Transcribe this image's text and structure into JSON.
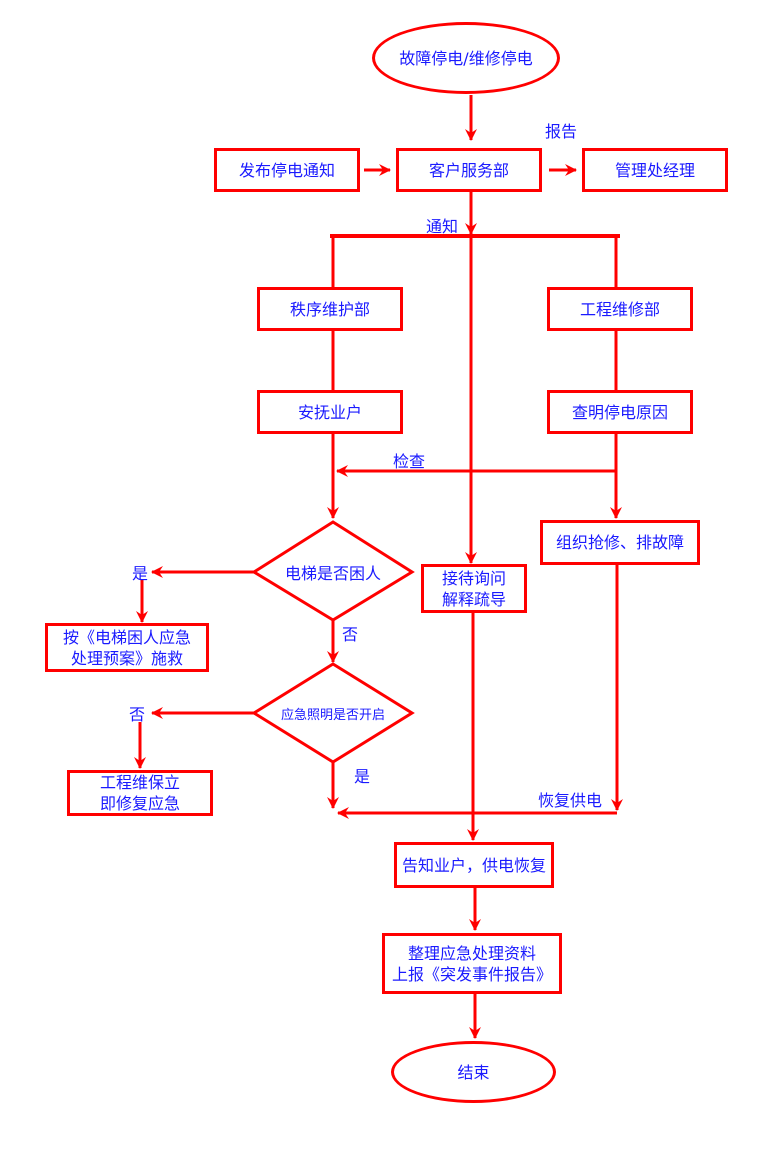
{
  "colors": {
    "line": "#ff0000",
    "text": "#1a1aff",
    "background": "#ffffff"
  },
  "nodes": {
    "start": "故障停电/维修停电",
    "notice": "发布停电通知",
    "customer_service": "客户服务部",
    "manager": "管理处经理",
    "order_dept": "秩序维护部",
    "engineering_dept": "工程维修部",
    "comfort": "安抚业户",
    "find_cause": "查明停电原因",
    "repair": "组织抢修、排故障",
    "elevator_q": "电梯是否困人",
    "reception_l1": "接待询问",
    "reception_l2": "解释疏导",
    "plan_l1": "按《电梯困人应急",
    "plan_l2": "处理预案》施救",
    "lighting_q": "应急照明是否开启",
    "eng_fix_l1": "工程维保立",
    "eng_fix_l2": "即修复应急",
    "inform": "告知业户，供电恢复",
    "report_l1": "整理应急处理资料",
    "report_l2": "上报《突发事件报告》",
    "end": "结束"
  },
  "edge_labels": {
    "report": "报告",
    "notify": "通知",
    "check": "检查",
    "yes1": "是",
    "no1": "否",
    "no2": "否",
    "yes2": "是",
    "restore": "恢复供电"
  }
}
